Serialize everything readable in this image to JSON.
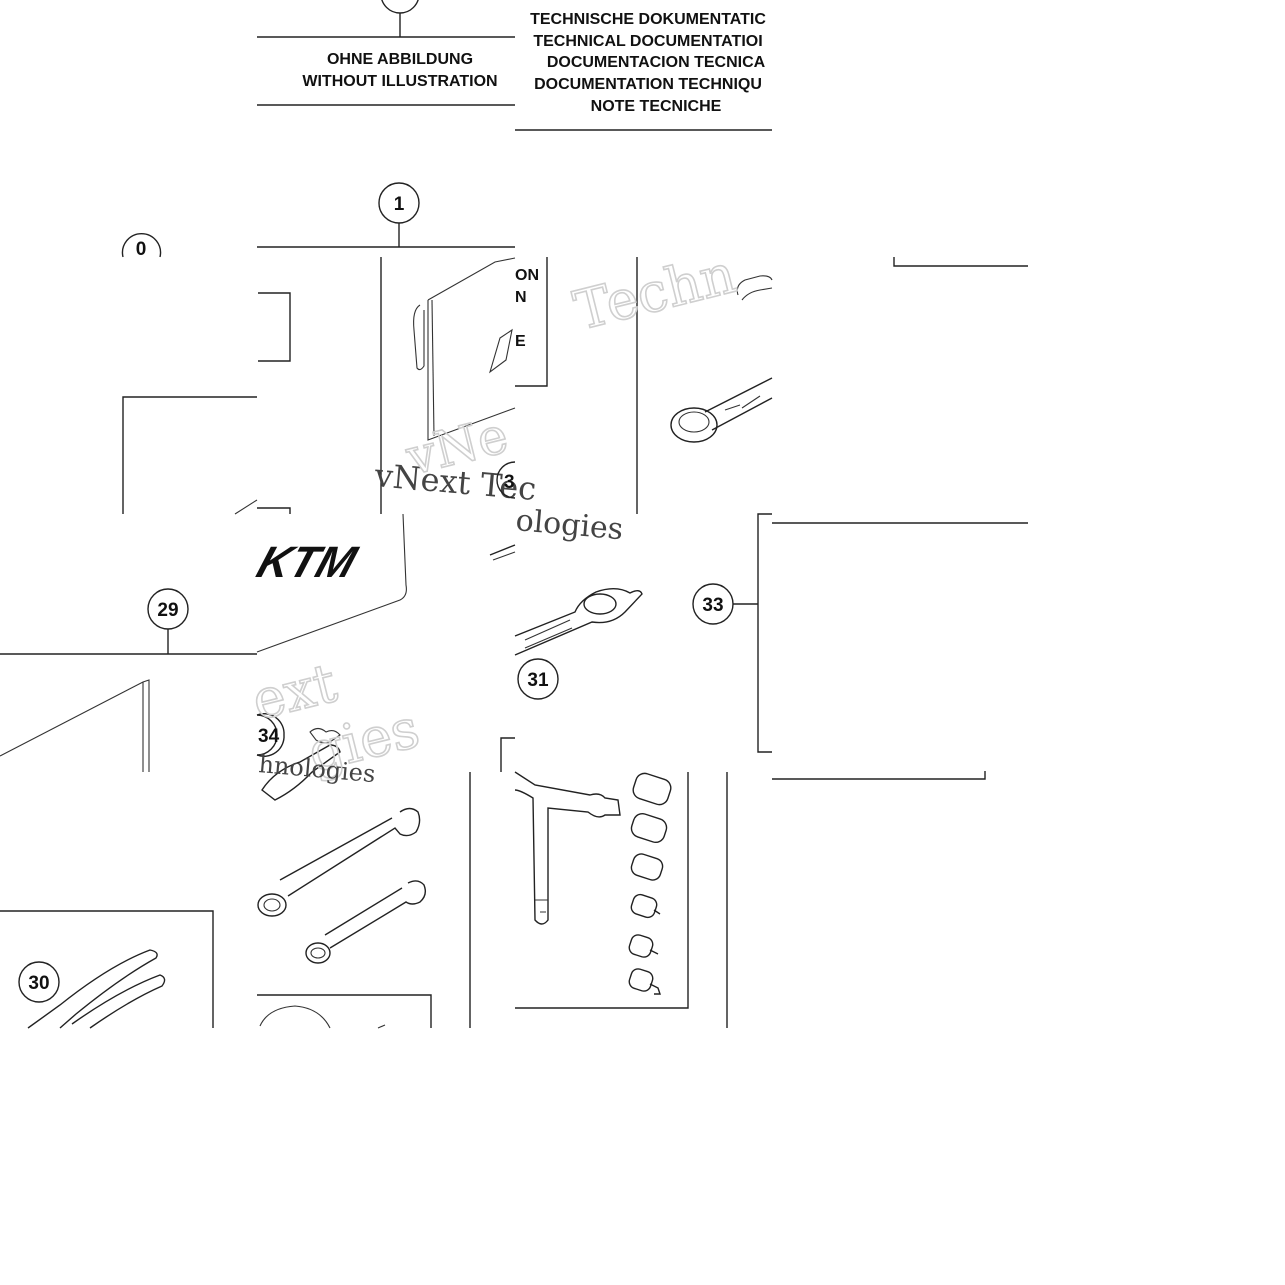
{
  "without_illustration": {
    "line1": "OHNE ABBILDUNG",
    "line2": "WITHOUT ILLUSTRATION"
  },
  "tech_docs": {
    "line1": "TECHNISCHE DOKUMENTATIC",
    "line2": "TECHNICAL DOCUMENTATIOI",
    "line3": "DOCUMENTACION TECNICA",
    "line4": "DOCUMENTATION TECHNIQU",
    "line5": "NOTE TECNICHE"
  },
  "callouts": {
    "c0": "0",
    "c1": "1",
    "c29": "29",
    "c30": "30",
    "c31": "31",
    "c33": "33",
    "c34": "34"
  },
  "cropped_fragments": {
    "on": "ON",
    "n": "N",
    "e": "E",
    "three": "3"
  },
  "logo_text": "KTM",
  "watermarks": {
    "w1": "Techn",
    "w2": "vNext Tec",
    "w3": "vNe",
    "w4": "ologies",
    "w5": "ext",
    "w6": "gies",
    "w7": "hnologies"
  }
}
